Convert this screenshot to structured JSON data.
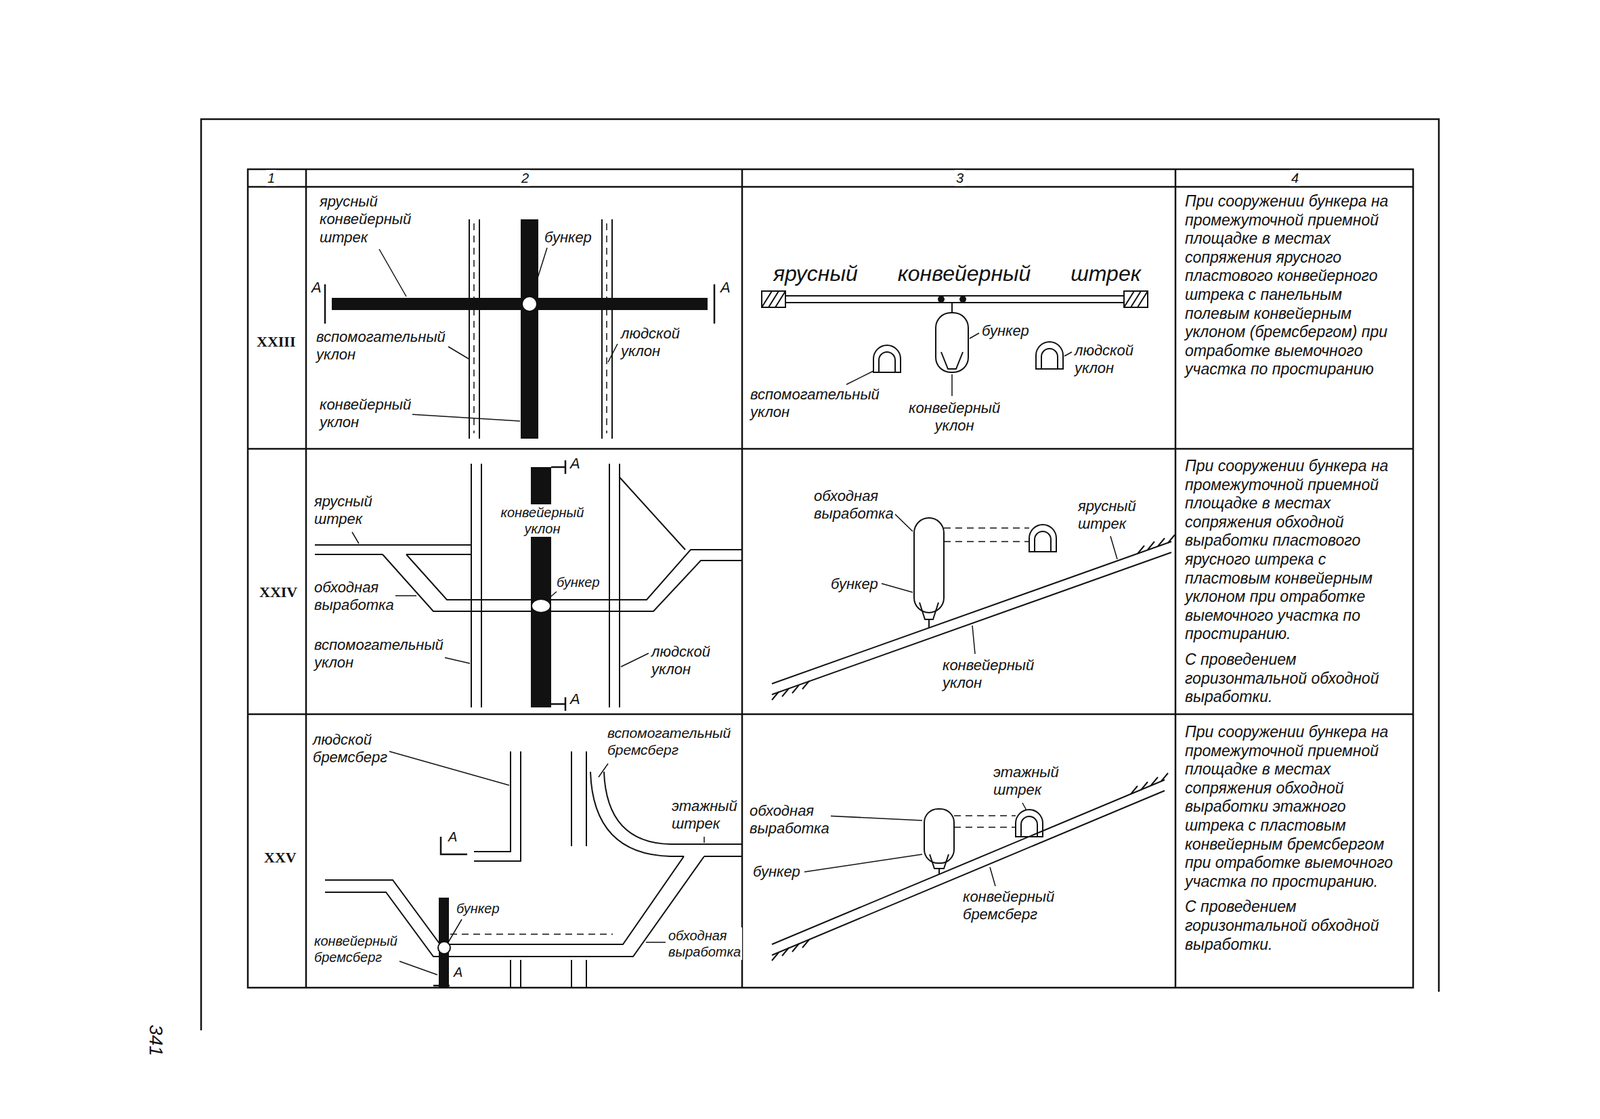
{
  "diagram": {
    "labels": [
      "1",
      "2",
      "3",
      "4",
      "XXIII",
      "А",
      "ярусный конвейерный штрек",
      "бункер",
      "А",
      "вспомогательный уклон",
      "конвейерный уклон",
      "людской уклон",
      "ярусный конвейерный штрек",
      "бункер",
      "вспомогательный уклон",
      "людской уклон",
      "конвейерный уклон",
      "При сооружении бункера на промежуточной приемной площадке в местах сопряжения ярусного пластового конвейерного штрека с панельным полевым конвейерным уклоном (бремсбергом) при отработке выемочного участка по простиранию",
      "XXIV",
      "А",
      "ярусный штрек",
      "конвейерный уклон",
      "бункер",
      "обходная выработка",
      "вспомогательный уклон",
      "людской уклон",
      "А",
      "обходная выработка",
      "бункер",
      "ярусный штрек",
      "конвейерный уклон",
      "При сооружении бункера на промежуточной приемной площадке в местах сопряжения обходной выработки пластового ярусного штрека с пластовым конвейерным уклоном при отработке выемочного участка по простиранию.",
      "С проведением горизонтальной обходной выработки.",
      "XXV",
      "людской бремсберг",
      "вспомогательный бремсберг",
      "этажный штрек",
      "А",
      "бункер",
      "конвейерный бремсберг",
      "обходная выработка",
      "А",
      "обходная выработка",
      "этажный штрек",
      "бункер",
      "конвейерный бремсберг",
      "При сооружении бункера на промежуточной приемной площадке в местах сопряжения обходной выработки этажного штрека с пластовым конвейерным бремсбергом при отработке выемочного участка по простиранию.",
      "С проведением горизонтальной обходной выработки.",
      "341"
    ]
  }
}
